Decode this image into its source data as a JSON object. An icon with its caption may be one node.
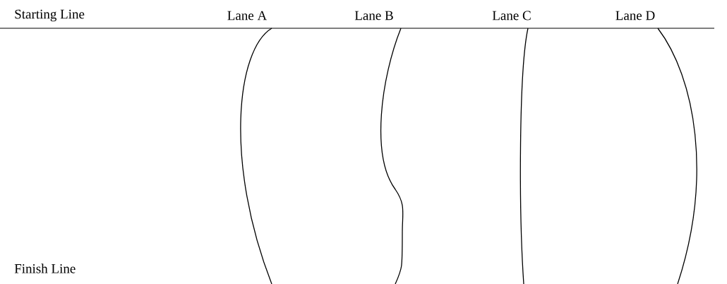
{
  "diagram": {
    "labels": [
      "Starting Line",
      "Lane A",
      "Lane B",
      "Lane C",
      "Lane D",
      "Finish Line"
    ]
  }
}
